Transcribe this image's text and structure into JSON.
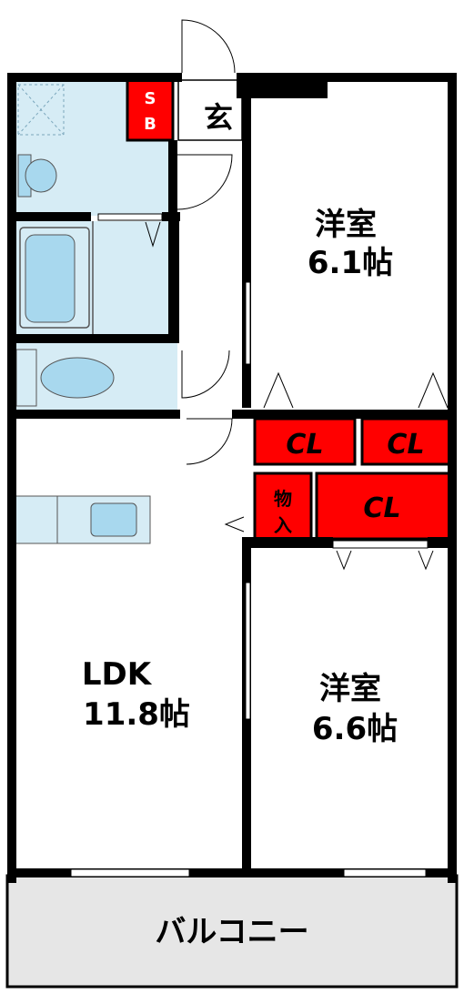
{
  "rooms": {
    "western_1": {
      "name": "洋室",
      "size": "6.1帖"
    },
    "western_2": {
      "name": "洋室",
      "size": "6.6帖"
    },
    "ldk": {
      "name": "LDK",
      "size": "11.8帖"
    }
  },
  "entrance": "玄",
  "shoe_box": {
    "line1": "S",
    "line2": "B"
  },
  "closets": {
    "cl_1": "CL",
    "cl_2": "CL",
    "cl_3": "CL"
  },
  "storage": {
    "line1": "物",
    "line2": "入"
  },
  "balcony": "バルコニー",
  "colors": {
    "wall": "#000000",
    "closet_fill": "#ff0000",
    "wet_area_fill": "#d6ecf5",
    "fixture_fill": "#a8d8ee",
    "balcony_fill": "#e6e6e6",
    "floor_fill": "#ffffff"
  }
}
